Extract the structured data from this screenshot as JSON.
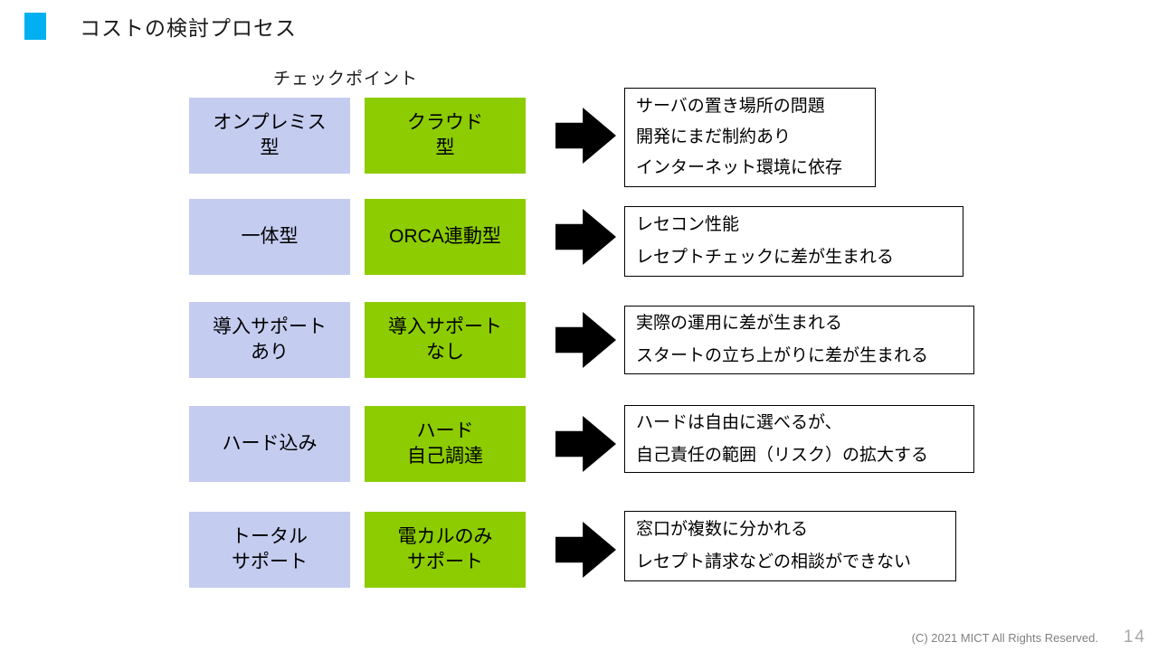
{
  "slide": {
    "title": "コストの検討プロセス",
    "column_header": "チェックポイント",
    "footer": {
      "copyright": "(C) 2021 MICT All Rights Reserved.",
      "page_number": "14"
    }
  },
  "colors": {
    "accent": "#00B0F0",
    "blue_box": "#C4CCF0",
    "green_box": "#8CCC00",
    "arrow": "#000000",
    "footer_text": "#808080",
    "page_number": "#A8A8A8"
  },
  "icons": {
    "arrow": "black-right-arrow"
  },
  "rows": [
    {
      "left": "オンプレミス\n型",
      "right": "クラウド\n型",
      "note": "サーバの置き場所の問題\n開発にまだ制約あり\nインターネット環境に依存"
    },
    {
      "left": "一体型",
      "right": "ORCA連動型",
      "note": "レセコン性能\nレセプトチェックに差が生まれる"
    },
    {
      "left": "導入サポート\nあり",
      "right": "導入サポート\nなし",
      "note": "実際の運用に差が生まれる\nスタートの立ち上がりに差が生まれる"
    },
    {
      "left": "ハード込み",
      "right": "ハード\n自己調達",
      "note": "ハードは自由に選べるが、\n自己責任の範囲（リスク）の拡大する"
    },
    {
      "left": "トータル\nサポート",
      "right": "電カルのみ\nサポート",
      "note": "窓口が複数に分かれる\nレセプト請求などの相談ができない"
    }
  ]
}
